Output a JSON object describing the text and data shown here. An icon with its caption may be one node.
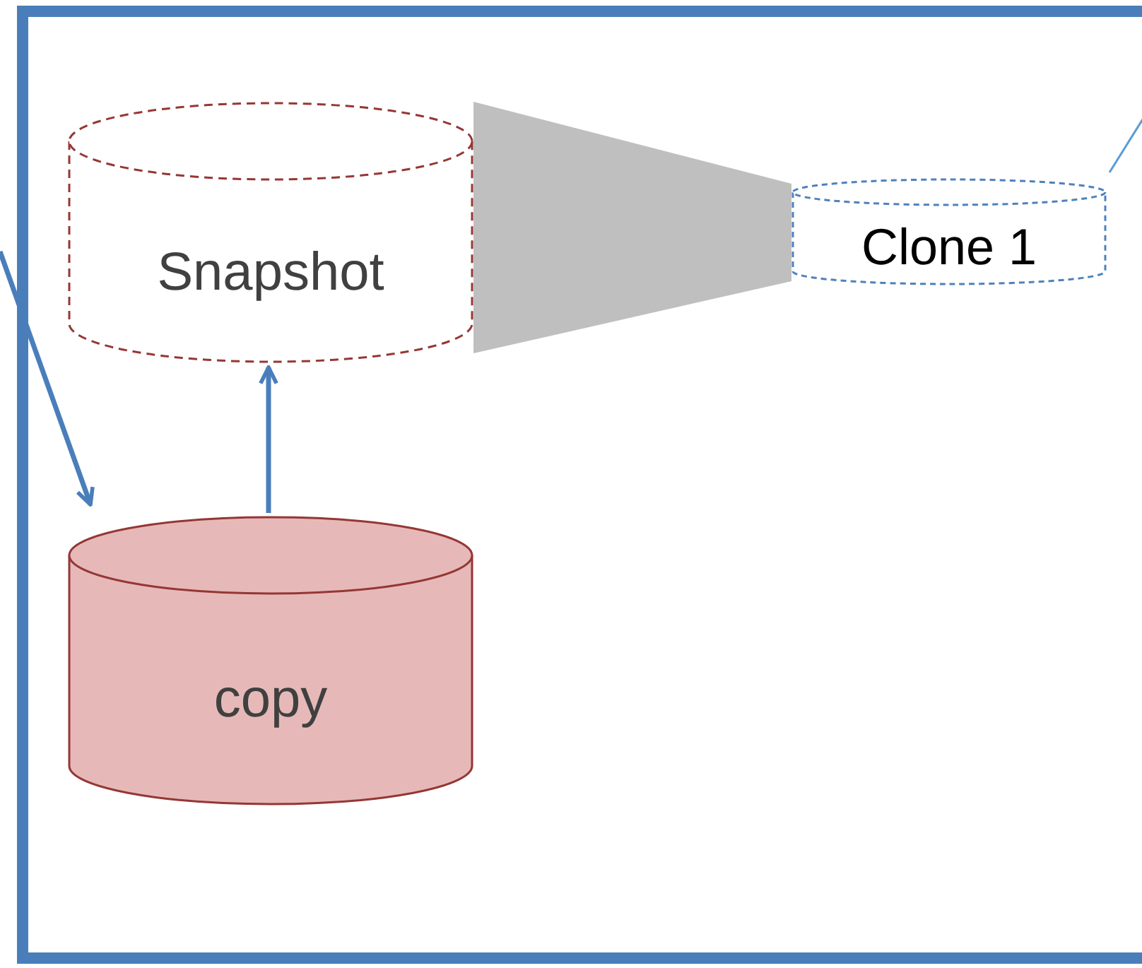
{
  "diagram": {
    "nodes": [
      {
        "text": [],
        "shape": "box"
      },
      {
        "text": [
          "Snapshot"
        ],
        "in": 0
      },
      {
        "text": [
          "Clone 1"
        ],
        "in": 0
      },
      {
        "text": [
          "copy"
        ],
        "in": 0
      }
    ],
    "edges": [
      {
        "from": 3,
        "to": 1,
        "arrow": "to"
      },
      {
        "from": 1,
        "to": 2,
        "arrow": "none",
        "style": "thick",
        "color": "#bfbfbf"
      },
      {
        "from": null,
        "to": 3,
        "arrow": "to"
      },
      {
        "from": 2,
        "to": null,
        "arrow": "none",
        "color": "#5b9bd5"
      }
    ]
  }
}
